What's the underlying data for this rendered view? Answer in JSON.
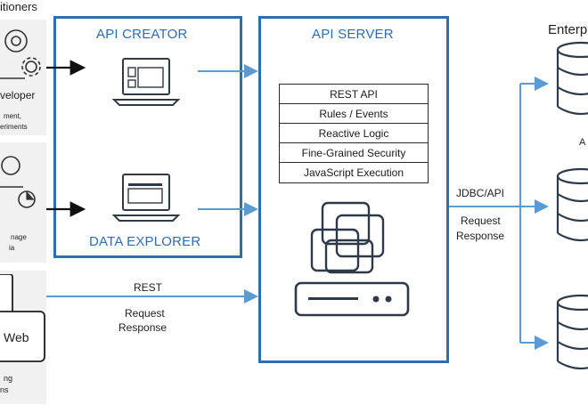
{
  "left": {
    "header": "itioners",
    "panel1": {
      "title": "veloper",
      "line1": "ment,",
      "line2": "eriments"
    },
    "panel2": {
      "line1": "nage",
      "line2": "ia"
    },
    "panel3": {
      "title": "Web",
      "line1": "ng",
      "line2": "ns"
    }
  },
  "api_creator": {
    "title": "API CREATOR",
    "bottom_title": "DATA EXPLORER"
  },
  "api_server": {
    "title": "API SERVER",
    "features": [
      "REST API",
      "Rules / Events",
      "Reactive Logic",
      "Fine-Grained Security",
      "JavaScript Execution"
    ]
  },
  "connections": {
    "rest": "REST",
    "rest_sub1": "Request",
    "rest_sub2": "Response",
    "jdbc": "JDBC/API",
    "jdbc_sub1": "Request",
    "jdbc_sub2": "Response"
  },
  "enterprise": {
    "title": "Enterp",
    "db1_label": "A"
  },
  "colors": {
    "accent": "#2f6db3",
    "arrow_blue": "#5b9bd5",
    "line_dark": "#2a2a2a"
  }
}
